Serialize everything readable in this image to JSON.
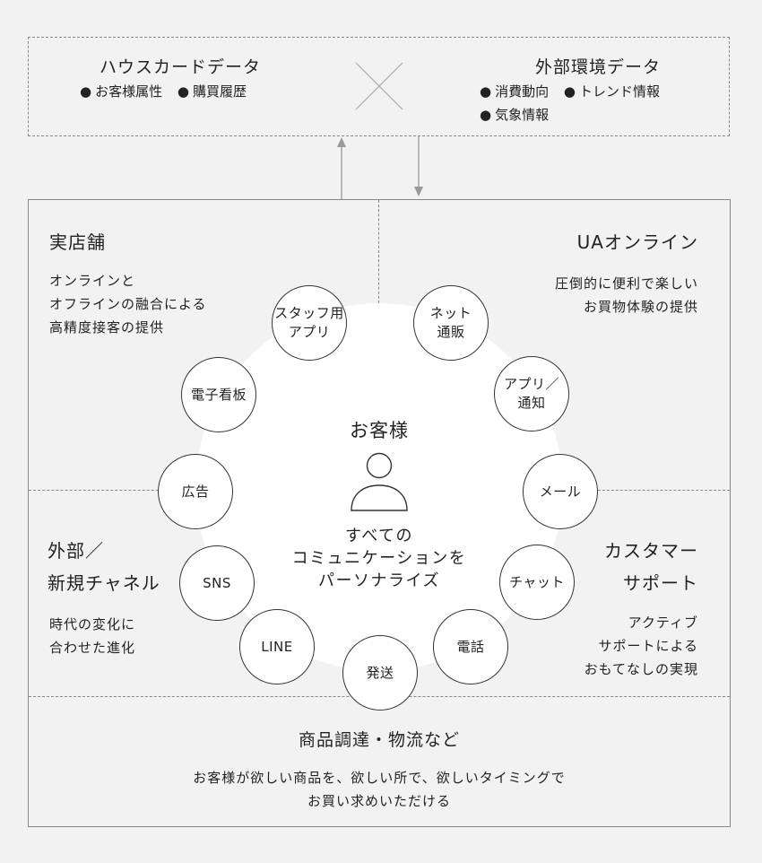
{
  "top": {
    "left_title": "ハウスカードデータ",
    "left_items": [
      "お客様属性",
      "購買履歴"
    ],
    "right_title": "外部環境データ",
    "right_items_row1": [
      "消費動向",
      "トレンド情報"
    ],
    "right_items_row2": [
      "気象情報"
    ],
    "bullet": "●"
  },
  "quadrants": {
    "store": {
      "title": "実店舗",
      "desc": [
        "オンラインと",
        "オフラインの融合による",
        "高精度接客の提供"
      ]
    },
    "online": {
      "title": "UAオンライン",
      "desc": [
        "圧倒的に便利で楽しい",
        "お買物体験の提供"
      ]
    },
    "external": {
      "title": [
        "外部／",
        "新規チャネル"
      ],
      "desc": [
        "時代の変化に",
        "合わせた進化"
      ]
    },
    "support": {
      "title": [
        "カスタマー",
        "サポート"
      ],
      "desc": [
        "アクティブ",
        "サポートによる",
        "おもてなしの実現"
      ]
    }
  },
  "center": {
    "title": "お客様",
    "text": "すべての\nコミュニケーションを\nパーソナライズ"
  },
  "nodes": {
    "staff_app": "スタッフ用\nアプリ",
    "net_sales": "ネット\n通販",
    "app_notice": "アプリ／\n通知",
    "mail": "メール",
    "chat": "チャット",
    "phone": "電話",
    "shipping": "発送",
    "line": "LINE",
    "sns": "SNS",
    "ad": "広告",
    "signage": "電子看板"
  },
  "bottom": {
    "title": "商品調達・物流など",
    "desc": [
      "お客様が欲しい商品を、欲しい所で、欲しいタイミングで",
      "お買い求めいただける"
    ]
  },
  "colors": {
    "background": "#f2f2f2",
    "line": "#888888",
    "circle": "#ffffff"
  }
}
